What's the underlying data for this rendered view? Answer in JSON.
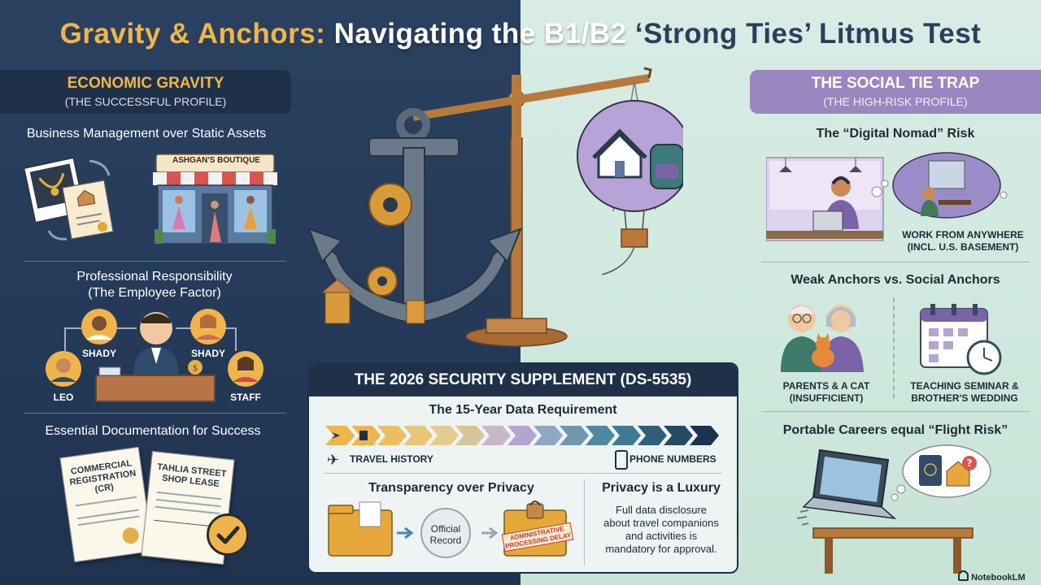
{
  "title": {
    "part1": "Gravity & Anchors:",
    "part2": " Navigating the B1/B2 ",
    "part3": "‘Strong Ties’ Litmus Test"
  },
  "left": {
    "header": {
      "title": "ECONOMIC GRAVITY",
      "subtitle": "(THE SUCCESSFUL PROFILE)"
    },
    "business": {
      "heading": "Business Management over Static Assets",
      "shop_sign": "ASHGAN'S BOUTIQUE"
    },
    "professional": {
      "heading_line1": "Professional Responsibility",
      "heading_line2": "(The Employee Factor)",
      "labels": [
        "SHADY",
        "SHADY",
        "LEO",
        "STAFF"
      ]
    },
    "documentation": {
      "heading": "Essential Documentation for Success",
      "doc1": "COMMERCIAL REGISTRATION (CR)",
      "doc2": "TAHLIA STREET SHOP LEASE"
    }
  },
  "right": {
    "header": {
      "title": "THE SOCIAL TIE TRAP",
      "subtitle": "(THE HIGH-RISK PROFILE)"
    },
    "nomad": {
      "heading": "The “Digital Nomad” Risk",
      "caption_line1": "WORK FROM ANYWHERE",
      "caption_line2": "(INCL. U.S. BASEMENT)"
    },
    "anchors": {
      "heading": "Weak Anchors vs. Social Anchors",
      "left_line1": "PARENTS & A CAT",
      "left_line2": "(INSUFFICIENT)",
      "right_line1": "TEACHING SEMINAR &",
      "right_line2": "BROTHER'S WEDDING"
    },
    "portable": {
      "heading": "Portable Careers equal “Flight Risk”"
    }
  },
  "supplement": {
    "header": "THE 2026 SECURITY SUPPLEMENT (DS-5535)",
    "requirement": "The 15-Year Data Requirement",
    "travel": "TRAVEL HISTORY",
    "phone": "PHONE NUMBERS",
    "transparency": "Transparency over Privacy",
    "official_line1": "Official",
    "official_line2": "Record",
    "delay_line1": "ADMINISTRATIVE",
    "delay_line2": "PROCESSING DELAY",
    "luxury_heading": "Privacy is a Luxury",
    "luxury_line1": "Full data disclosure",
    "luxury_line2": "about travel companions",
    "luxury_line3": "and activities is",
    "luxury_line4": "mandatory for approval."
  },
  "watermark": "NotebookLM",
  "colors": {
    "gold": "#f0b54a",
    "navy": "#1f3149",
    "purple": "#9b87bf",
    "mint": "#d8ece4"
  }
}
